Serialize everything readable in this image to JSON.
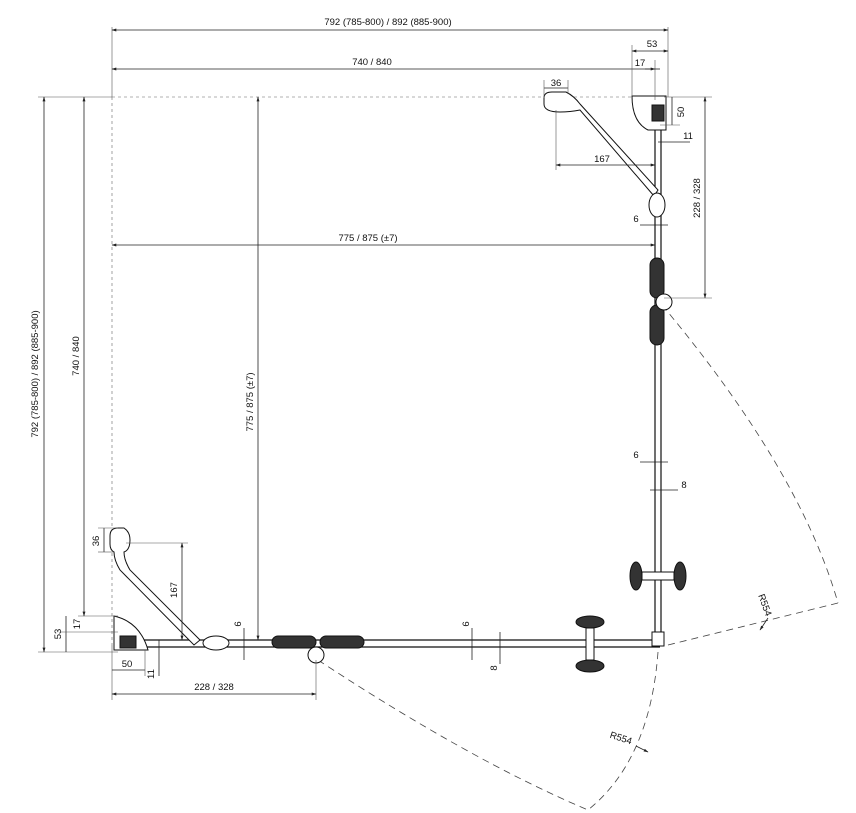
{
  "dimensions": {
    "top_overall": "792 (785-800) / 892 (885-900)",
    "top_inner": "740 / 840",
    "top_53": "53",
    "top_17": "17",
    "top_36": "36",
    "right_50": "50",
    "right_11": "11",
    "top_167": "167",
    "right_228": "228 / 328",
    "upper_6": "6",
    "opening_width": "775 / 875 (±7)",
    "mid_6": "6",
    "mid_8": "8",
    "radius_right": "R554",
    "radius_bottom": "R554",
    "left_overall": "792 (785-800) / 892 (885-900)",
    "left_inner": "740 / 840",
    "opening_height": "775 / 875 (±7)",
    "left_36": "36",
    "left_167": "167",
    "left_17": "17",
    "left_53": "53",
    "bottom_6a": "6",
    "bottom_50": "50",
    "bottom_11": "11",
    "bottom_228": "228 / 328",
    "bottom_6b": "6",
    "bottom_8": "8"
  }
}
